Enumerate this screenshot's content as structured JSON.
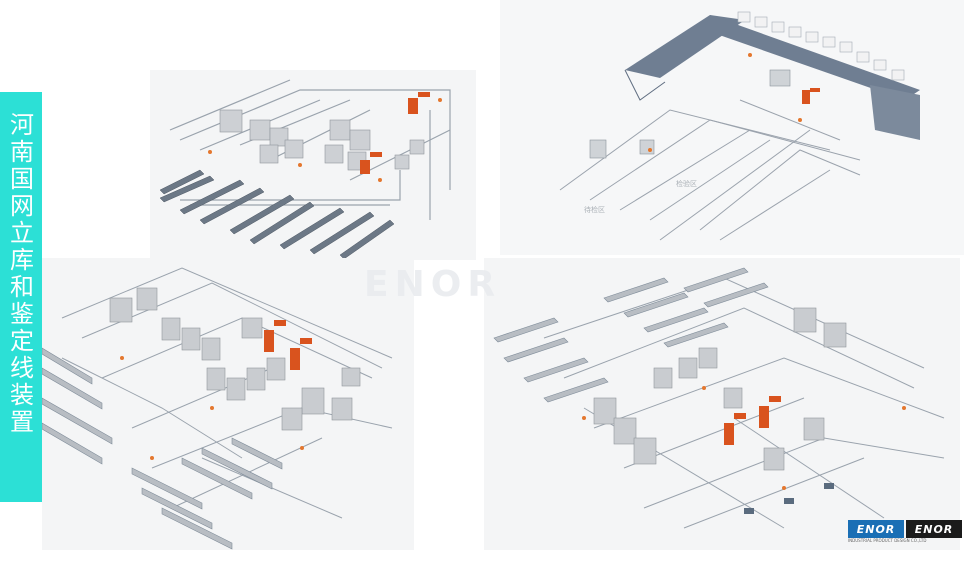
{
  "title": "河南国网立库和鉴定线装置",
  "panels": [
    {
      "name": "panel-top-left"
    },
    {
      "name": "panel-top-right",
      "labels": [
        "检验区",
        "待检区"
      ]
    },
    {
      "name": "panel-bottom-left"
    },
    {
      "name": "panel-bottom-right"
    }
  ],
  "watermark": "ENOR",
  "logos": [
    "ENOR",
    "ENOR"
  ],
  "logo_caption": "INDUSTRIAL PRODUCT DESIGN CO.,LTD",
  "colors": {
    "accent": "#2ce0d6",
    "robot": "#d9531e",
    "frame": "#8d95a0",
    "rack": "#7f8c99"
  }
}
